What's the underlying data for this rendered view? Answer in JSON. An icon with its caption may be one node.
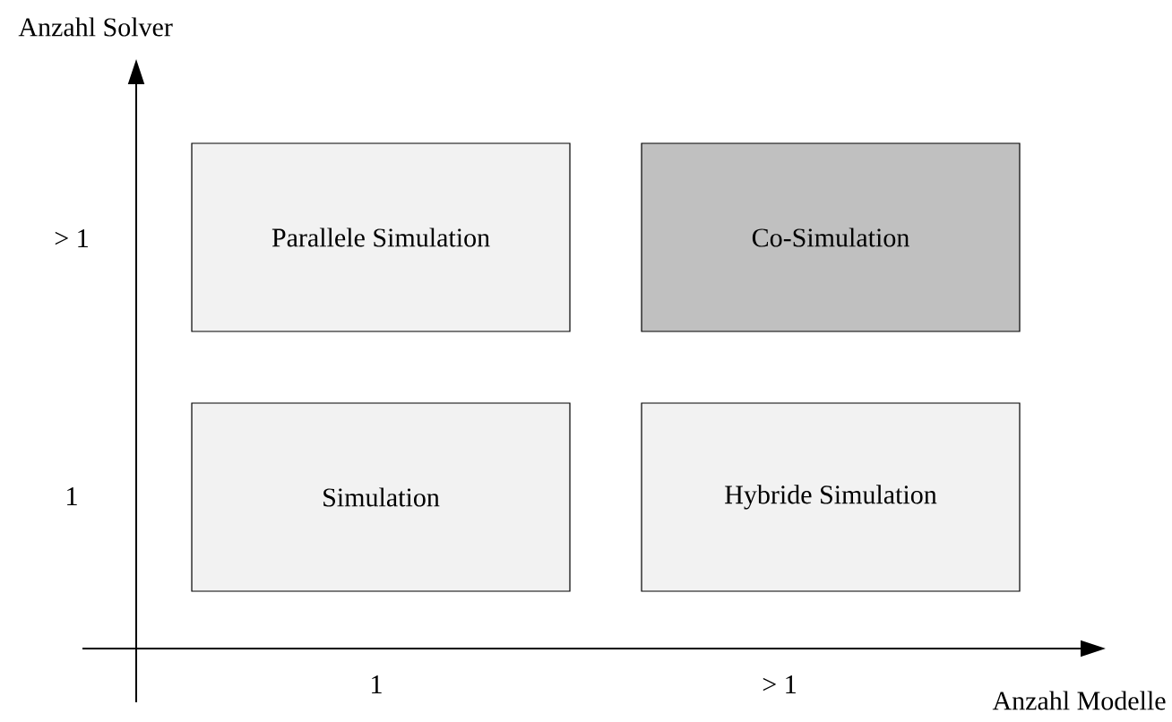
{
  "diagram": {
    "nodes": [
      {
        "text": [
          "Parallele Simulation"
        ]
      },
      {
        "text": [
          "Co-Simulation"
        ]
      },
      {
        "text": [
          "Simulation"
        ]
      },
      {
        "text": [
          "Hybride Simulation"
        ]
      }
    ],
    "labels": [
      "Anzahl Solver",
      "> 1",
      "1",
      "1",
      "> 1",
      "Anzahl Modelle"
    ]
  }
}
